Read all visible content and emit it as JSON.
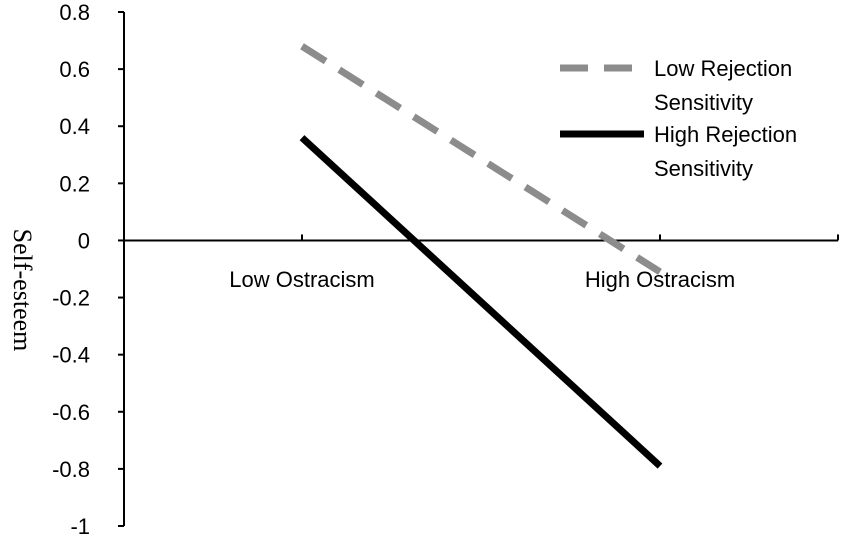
{
  "chart_data": {
    "type": "line",
    "categories": [
      "Low Ostracism",
      "High Ostracism"
    ],
    "ylabel": "Self-esteem",
    "xlabel": "",
    "ylim": [
      -1,
      0.8
    ],
    "yticks": [
      "0.8",
      "0.6",
      "0.4",
      "0.2",
      "0",
      "-0.2",
      "-0.4",
      "-0.6",
      "-0.8",
      "-1"
    ],
    "legend_position": "top-right",
    "grid": false,
    "series": [
      {
        "name": "Low Rejection Sensitivity",
        "legend_lines": [
          "Low Rejection",
          "Sensitivity"
        ],
        "values": [
          0.68,
          -0.11
        ],
        "color": "#8c8c8c",
        "style": "dashed"
      },
      {
        "name": "High Rejection Sensitivity",
        "legend_lines": [
          "High Rejection",
          "Sensitivity"
        ],
        "values": [
          0.36,
          -0.79
        ],
        "color": "#000000",
        "style": "solid"
      }
    ]
  }
}
